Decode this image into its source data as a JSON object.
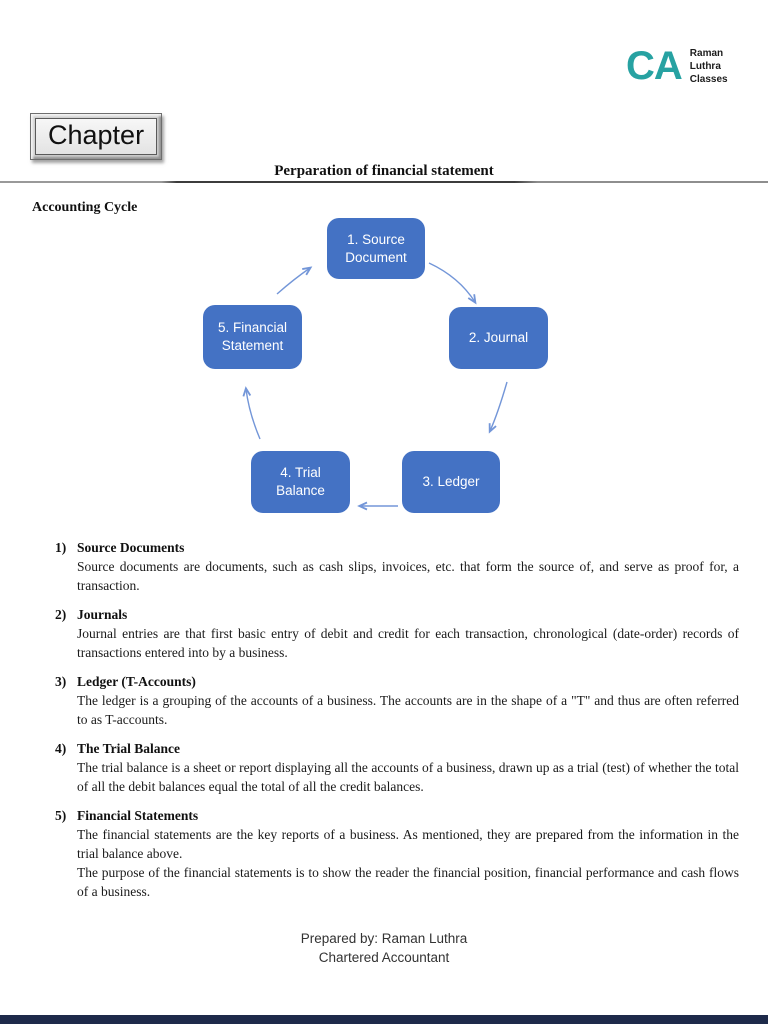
{
  "logo": {
    "monogram": "CA",
    "lines": [
      "Raman",
      "Luthra",
      "Classes"
    ]
  },
  "chapter_button_label": "Chapter",
  "title": "Perparation of financial statement",
  "cycle_heading": "Accounting Cycle",
  "diagram": {
    "nodes": [
      {
        "label": "1. Source Document"
      },
      {
        "label": "2. Journal"
      },
      {
        "label": "3. Ledger"
      },
      {
        "label": "4. Trial Balance"
      },
      {
        "label": "5. Financial Statement"
      }
    ]
  },
  "sections": [
    {
      "num": "1)",
      "heading": "Source Documents",
      "body": [
        "Source documents are documents, such as cash slips, invoices, etc. that form the source of, and serve as proof for, a transaction."
      ]
    },
    {
      "num": "2)",
      "heading": "Journals",
      "body": [
        "Journal entries are that first basic entry of debit and credit for each transaction, chronological (date-order) records of transactions entered into by a business."
      ]
    },
    {
      "num": "3)",
      "heading": "Ledger (T-Accounts)",
      "body": [
        "The ledger is a grouping of the accounts of a business. The accounts are in the shape of a \"T\" and thus are often referred to as T-accounts."
      ]
    },
    {
      "num": "4)",
      "heading": "The Trial Balance",
      "body": [
        "The trial balance is a sheet or report displaying all the accounts of a business, drawn up as a trial (test) of whether the total of all the debit balances equal the total of all the credit balances."
      ]
    },
    {
      "num": "5)",
      "heading": "Financial Statements",
      "body": [
        "The financial statements are the key reports of a business. As mentioned, they are prepared from the information in the trial balance above.",
        "The purpose of the financial statements is to show the reader the financial position, financial performance and cash flows of a business."
      ]
    }
  ],
  "footer": {
    "line1": "Prepared by: Raman Luthra",
    "line2": "Chartered Accountant"
  },
  "colors": {
    "node_blue": "#4472C4",
    "arrow_blue": "#7396D8",
    "logo_teal": "#27A2A2",
    "bottom_bar": "#1E2A4A"
  }
}
